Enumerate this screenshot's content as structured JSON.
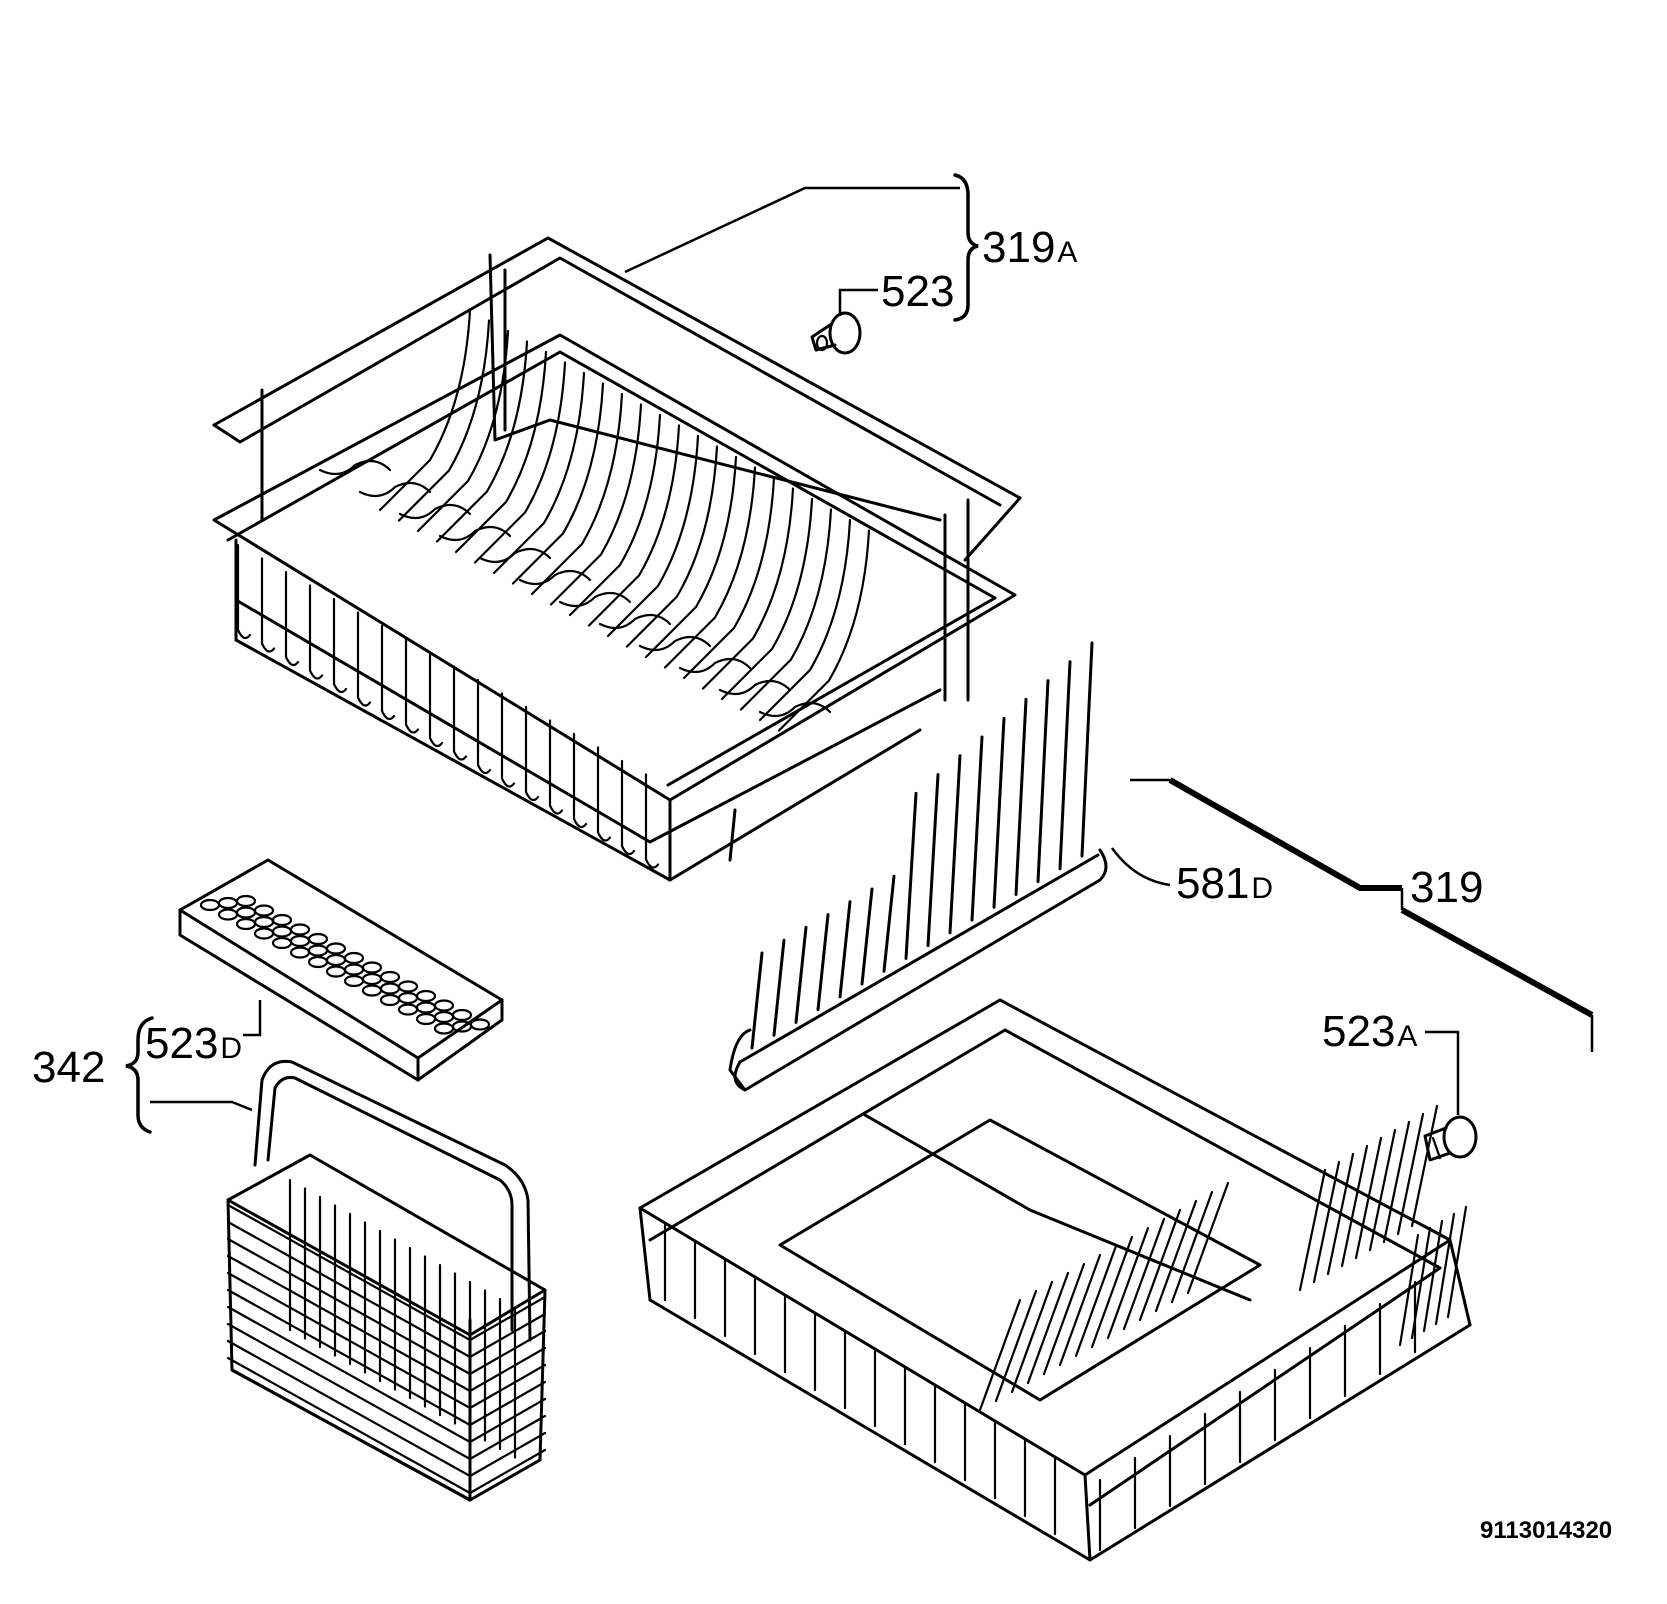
{
  "diagram": {
    "reference_number": "9113014320",
    "parts": {
      "upper_basket": {
        "number": "319",
        "suffix": "A"
      },
      "upper_wheel": {
        "number": "523",
        "suffix": ""
      },
      "lower_basket": {
        "number": "319",
        "suffix": ""
      },
      "lower_wheel": {
        "number": "523",
        "suffix": "A"
      },
      "plate_rack": {
        "number": "581",
        "suffix": "D"
      },
      "cutlery_set": {
        "number": "342",
        "suffix": ""
      },
      "cutlery_lid": {
        "number": "523",
        "suffix": "D"
      }
    }
  }
}
